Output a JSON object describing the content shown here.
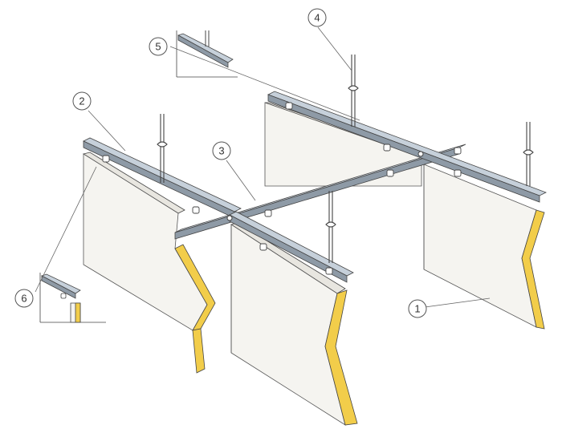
{
  "callouts": [
    {
      "id": "1",
      "label": "1"
    },
    {
      "id": "2",
      "label": "2"
    },
    {
      "id": "3",
      "label": "3"
    },
    {
      "id": "4",
      "label": "4"
    },
    {
      "id": "5",
      "label": "5"
    },
    {
      "id": "6",
      "label": "6"
    }
  ],
  "colors": {
    "panel_face": "#f5f4f0",
    "panel_edge": "#f2cd4a",
    "rail_top": "#b9c4cf",
    "rail_side": "#8e9aa6",
    "outline": "#444444",
    "leader": "#555555"
  }
}
